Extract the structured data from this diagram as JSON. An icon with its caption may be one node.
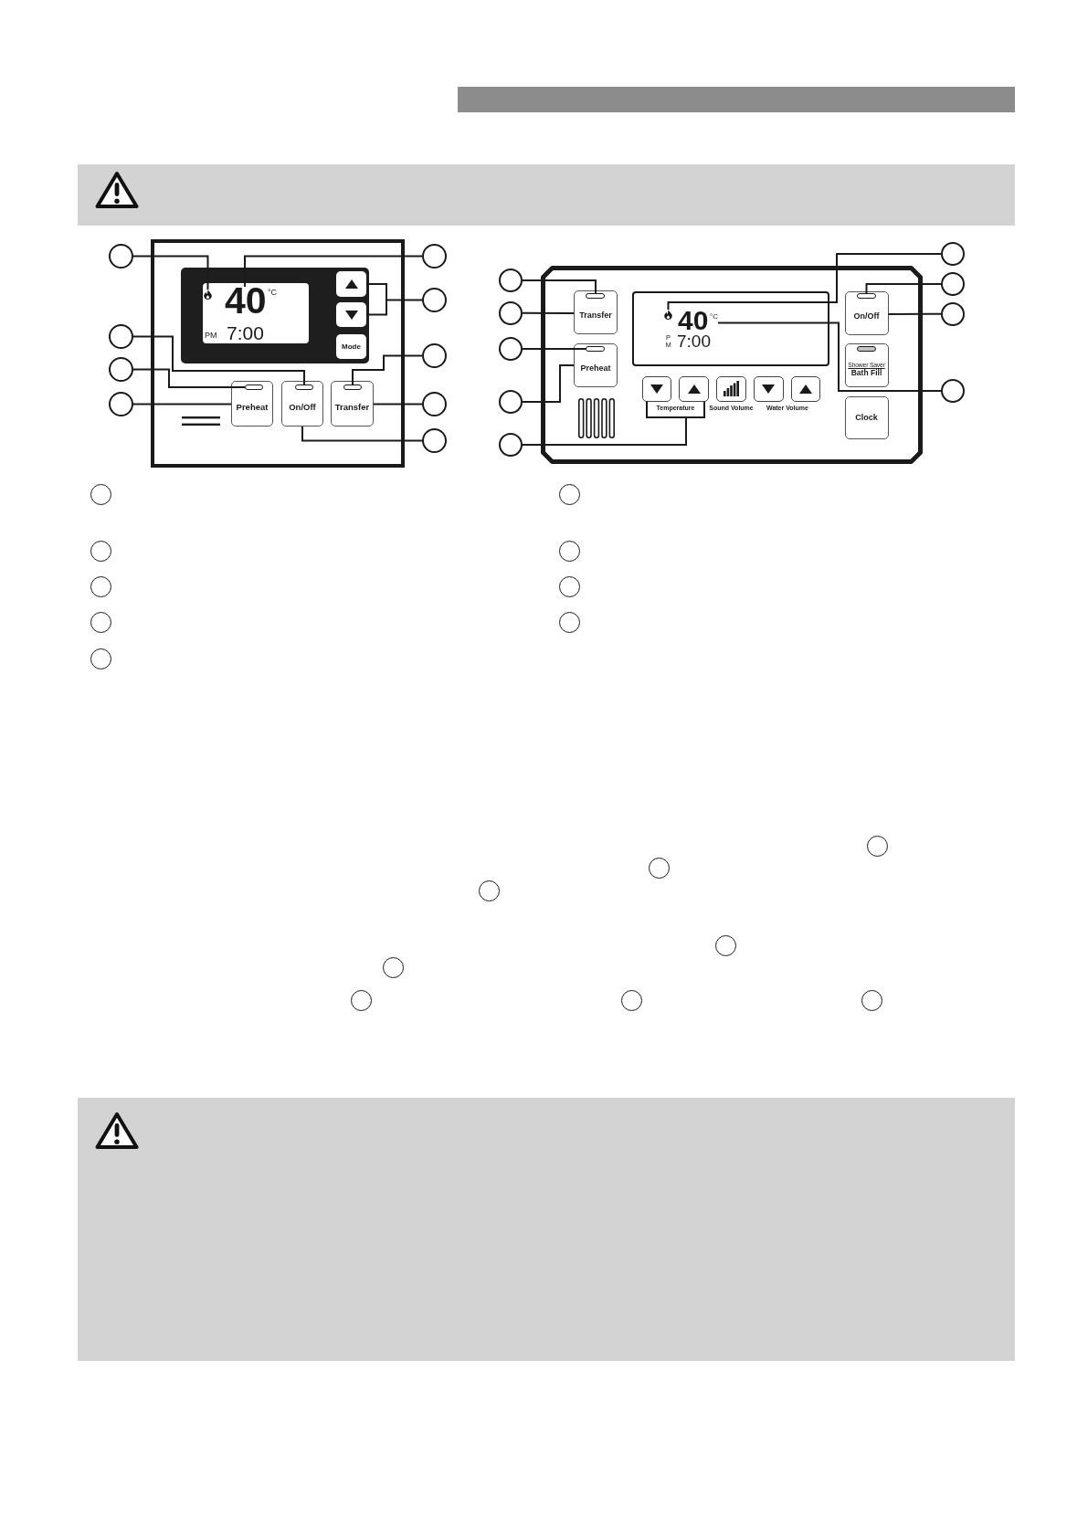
{
  "diagram": {
    "nodes": [
      {
        "text": [],
        "shape": "box"
      },
      {
        "text": [],
        "shape": "box",
        "in": 0
      },
      {
        "text": [
          "PM",
          "7:00"
        ],
        "in": 1
      },
      {
        "text": [],
        "shape": "picture",
        "in": 2
      },
      {
        "text": [
          "40",
          "°C"
        ],
        "in": 2
      },
      {
        "text": [],
        "shape": "box",
        "in": 1
      },
      {
        "text": [],
        "shape": "box",
        "in": 1
      },
      {
        "text": [
          "Mode"
        ],
        "in": 1
      },
      {
        "text": [
          "Preheat"
        ],
        "in": 0
      },
      {
        "text": [],
        "shape": "bar",
        "in": 8
      },
      {
        "text": [
          "On/Off"
        ],
        "in": 0
      },
      {
        "text": [],
        "shape": "bar",
        "in": 10
      },
      {
        "text": [
          "Transfer"
        ],
        "in": 0
      },
      {
        "text": [],
        "shape": "bar",
        "in": 12
      },
      {
        "text": [],
        "shape": "circle"
      },
      {
        "text": [],
        "shape": "circle"
      },
      {
        "text": [],
        "shape": "circle"
      },
      {
        "text": [],
        "shape": "circle"
      },
      {
        "text": [],
        "shape": "circle"
      },
      {
        "text": [],
        "shape": "circle"
      },
      {
        "text": [],
        "shape": "circle"
      },
      {
        "text": [],
        "shape": "circle"
      },
      {
        "text": [],
        "shape": "circle"
      },
      {
        "text": [],
        "shape": "box"
      },
      {
        "text": [
          "Transfer"
        ],
        "in": 23
      },
      {
        "text": [],
        "shape": "bar",
        "in": 24
      },
      {
        "text": [
          "Preheat"
        ],
        "in": 23
      },
      {
        "text": [],
        "shape": "bar",
        "in": 26
      },
      {
        "text": [
          "P M",
          "7:00"
        ],
        "in": 23
      },
      {
        "text": [],
        "shape": "picture",
        "in": 28
      },
      {
        "text": [
          "40",
          "°C"
        ],
        "in": 28
      },
      {
        "text": [
          "On/Off"
        ],
        "in": 23
      },
      {
        "text": [],
        "shape": "bar",
        "in": 31
      },
      {
        "text": [
          "Shower Saver",
          "Bath Fill"
        ],
        "in": 23
      },
      {
        "text": [],
        "shape": "bar",
        "in": 33
      },
      {
        "text": [],
        "shape": "box",
        "in": 23
      },
      {
        "text": [],
        "shape": "box",
        "in": 23
      },
      {
        "text": [],
        "shape": "box",
        "in": 23
      },
      {
        "text": [],
        "shape": "box",
        "in": 23
      },
      {
        "text": [],
        "shape": "box",
        "in": 23
      },
      {
        "text": [
          "Clock"
        ],
        "in": 23
      },
      {
        "text": [],
        "shape": "circle"
      },
      {
        "text": [],
        "shape": "circle"
      },
      {
        "text": [],
        "shape": "circle"
      },
      {
        "text": [],
        "shape": "circle"
      },
      {
        "text": [],
        "shape": "circle"
      },
      {
        "text": [],
        "shape": "circle"
      },
      {
        "text": [],
        "shape": "circle"
      },
      {
        "text": [],
        "shape": "circle"
      },
      {
        "text": [],
        "shape": "circle"
      },
      {
        "text": [],
        "shape": "circle"
      },
      {
        "text": [],
        "shape": "circle"
      },
      {
        "text": [],
        "shape": "circle"
      },
      {
        "text": [],
        "shape": "circle"
      },
      {
        "text": [],
        "shape": "circle"
      },
      {
        "text": [],
        "shape": "circle"
      },
      {
        "text": [],
        "shape": "circle"
      },
      {
        "text": [],
        "shape": "circle"
      },
      {
        "text": [],
        "shape": "circle"
      },
      {
        "text": [],
        "shape": "circle"
      },
      {
        "text": [],
        "shape": "circle"
      },
      {
        "text": [],
        "shape": "circle"
      },
      {
        "text": [],
        "shape": "circle"
      },
      {
        "text": [],
        "shape": "circle"
      },
      {
        "text": [],
        "shape": "circle"
      },
      {
        "text": [],
        "shape": "circle"
      },
      {
        "text": [],
        "shape": "circle"
      }
    ],
    "edges": [
      {
        "from": 14,
        "to": 3,
        "arrow": "none"
      },
      {
        "from": 15,
        "to": 11,
        "arrow": "none"
      },
      {
        "from": 16,
        "to": 9,
        "arrow": "none"
      },
      {
        "from": 17,
        "to": 8,
        "arrow": "none"
      },
      {
        "from": 18,
        "to": 4,
        "arrow": "none"
      },
      {
        "from": 19,
        "to": 5,
        "arrow": "none"
      },
      {
        "from": 19,
        "to": 6,
        "arrow": "none"
      },
      {
        "from": 20,
        "to": 13,
        "arrow": "none"
      },
      {
        "from": 21,
        "to": 12,
        "arrow": "none"
      },
      {
        "from": 22,
        "to": 10,
        "arrow": "none"
      },
      {
        "from": 41,
        "to": 25,
        "arrow": "none"
      },
      {
        "from": 42,
        "to": 24,
        "arrow": "none"
      },
      {
        "from": 43,
        "to": 27,
        "arrow": "none"
      },
      {
        "from": 44,
        "to": 26,
        "arrow": "none"
      },
      {
        "from": 45,
        "to": 35,
        "arrow": "none"
      },
      {
        "from": 45,
        "to": 36,
        "arrow": "none"
      },
      {
        "from": 46,
        "to": 29,
        "arrow": "none"
      },
      {
        "from": 47,
        "to": 32,
        "arrow": "none"
      },
      {
        "from": 48,
        "to": 31,
        "arrow": "none"
      },
      {
        "from": 49,
        "to": 30,
        "arrow": "none"
      }
    ],
    "labels": [
      "Temperature",
      "Sound Volume",
      "Water Volume"
    ]
  }
}
